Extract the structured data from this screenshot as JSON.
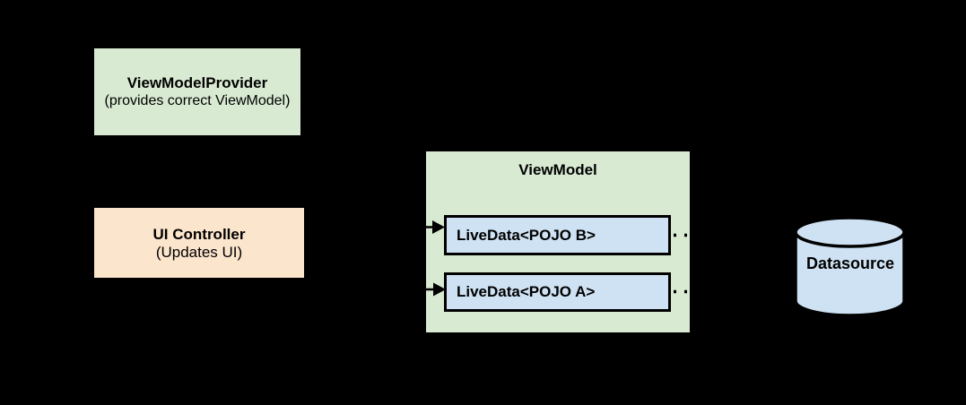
{
  "diagram": {
    "background_color": "#000000",
    "colors": {
      "green_fill": "#d9ead3",
      "peach_fill": "#fce5cd",
      "blue_fill": "#cfe2f3",
      "line_color": "#000000"
    },
    "nodes": {
      "view_model_provider": {
        "title": "ViewModelProvider",
        "subtitle": "(provides correct ViewModel)"
      },
      "ui_controller": {
        "title": "UI Controller",
        "subtitle": "(Updates UI)"
      },
      "view_model": {
        "title": "ViewModel"
      },
      "livedata_b": {
        "label": "LiveData<POJO B>"
      },
      "livedata_a": {
        "label": "LiveData<POJO A>"
      },
      "datasource": {
        "label": "Datasource"
      }
    },
    "edges": [
      {
        "from": "ui_controller",
        "to": "livedata_b",
        "style": "solid",
        "arrowhead": "filled-triangle-right"
      },
      {
        "from": "ui_controller",
        "to": "livedata_a",
        "style": "solid",
        "arrowhead": "filled-triangle-right"
      },
      {
        "from": "livedata_b",
        "to": "datasource",
        "style": "dotted"
      },
      {
        "from": "livedata_a",
        "to": "datasource",
        "style": "dotted"
      }
    ]
  }
}
